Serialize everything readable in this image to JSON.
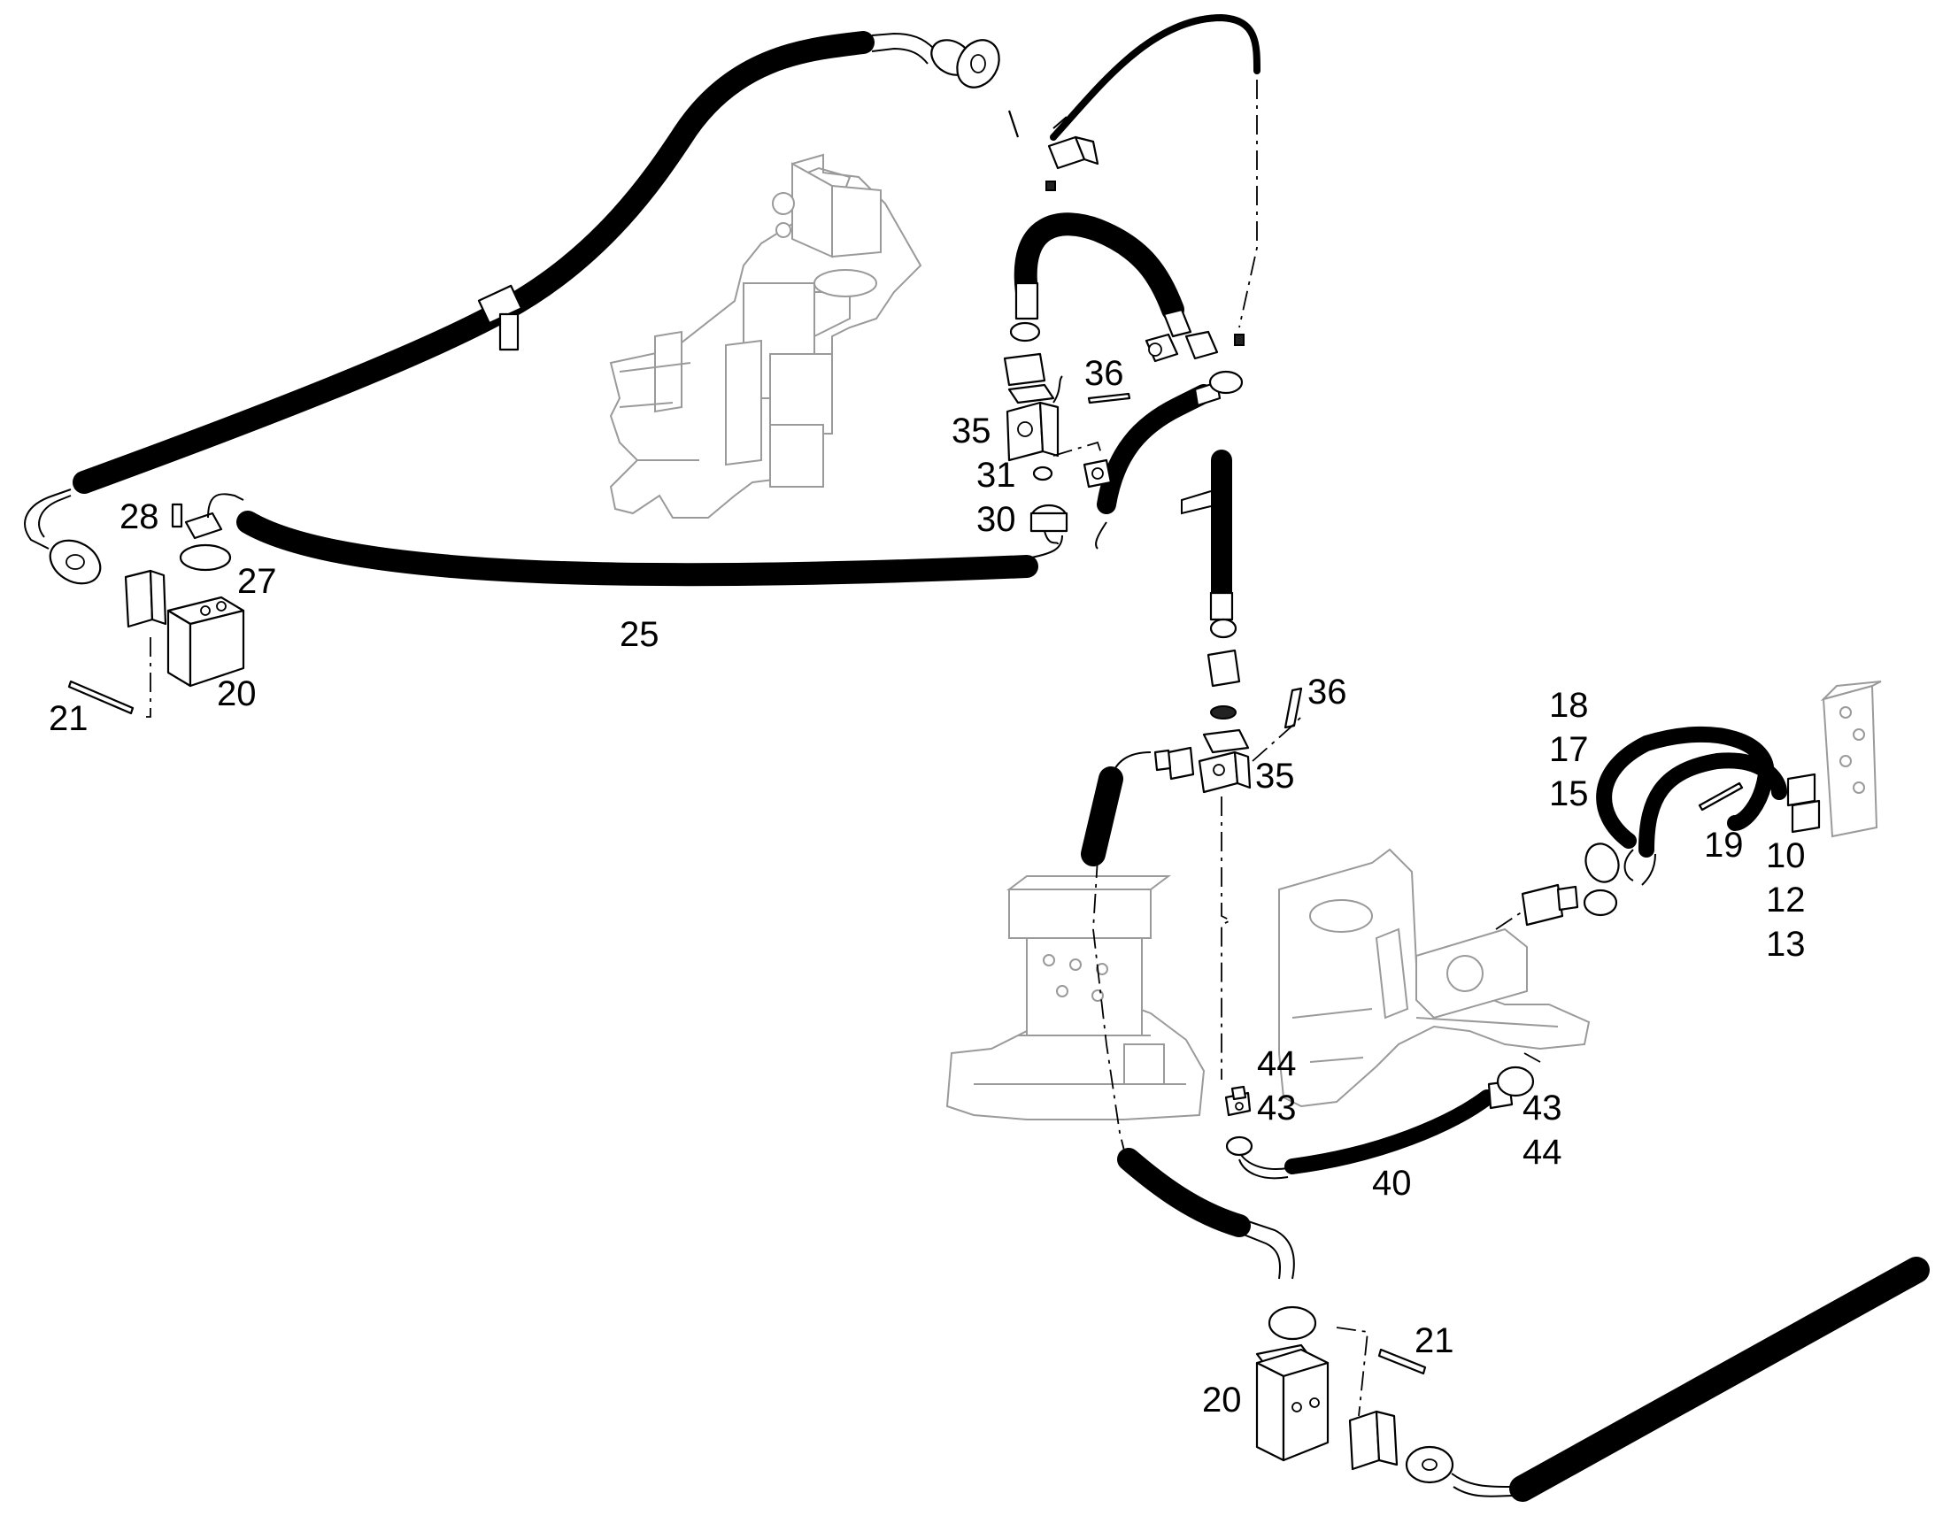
{
  "diagram": {
    "labels": {
      "p25": "25",
      "p21a": "21",
      "p20a": "20",
      "p27": "27",
      "p28": "28",
      "p36a": "36",
      "p35a": "35",
      "p31": "31",
      "p30": "30",
      "p36b": "36",
      "p35b": "35",
      "p18": "18",
      "p17": "17",
      "p15": "15",
      "p19": "19",
      "p10": "10",
      "p12": "12",
      "p13": "13",
      "p44a": "44",
      "p43a": "43",
      "p43b": "43",
      "p44b": "44",
      "p40": "40",
      "p21b": "21",
      "p20b": "20"
    }
  }
}
